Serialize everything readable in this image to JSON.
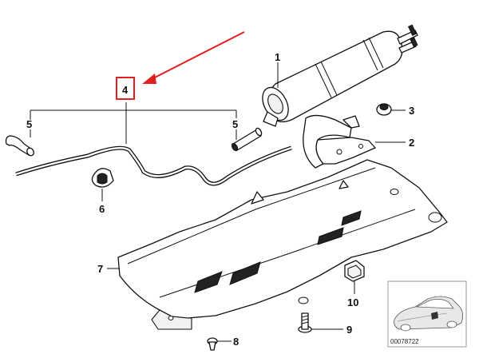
{
  "diagram": {
    "callouts": [
      {
        "id": "1",
        "label": "1"
      },
      {
        "id": "2",
        "label": "2"
      },
      {
        "id": "3",
        "label": "3"
      },
      {
        "id": "4",
        "label": "4"
      },
      {
        "id": "5a",
        "label": "5"
      },
      {
        "id": "5b",
        "label": "5"
      },
      {
        "id": "6",
        "label": "6"
      },
      {
        "id": "7",
        "label": "7"
      },
      {
        "id": "8",
        "label": "8"
      },
      {
        "id": "9",
        "label": "9"
      },
      {
        "id": "10",
        "label": "10"
      }
    ],
    "highlight_color": "#e02020",
    "arrow_color": "#e02020",
    "thumbnail": {
      "code": "00078722"
    }
  }
}
